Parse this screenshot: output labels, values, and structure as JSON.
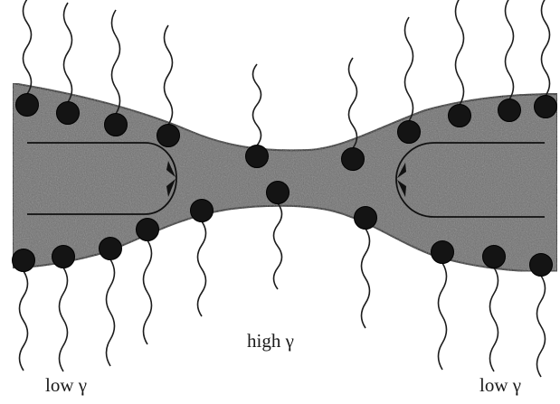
{
  "labels": {
    "center": "high γ",
    "left": "low γ",
    "right": "low γ"
  },
  "colors": {
    "film_fill": "#6f6f6f",
    "film_outline": "#1c1c1c",
    "head_fill": "#141414",
    "tail_stroke": "#1c1c1c",
    "background": "#ffffff"
  }
}
